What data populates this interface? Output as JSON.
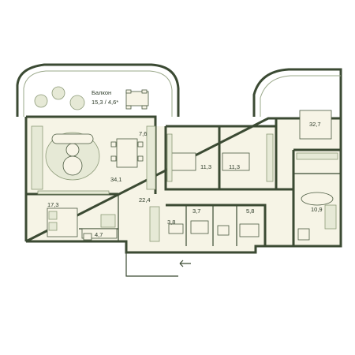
{
  "balcony": {
    "name": "Балкон",
    "area": "15,3 / 4,6*"
  },
  "rooms": {
    "living": "34,1",
    "loggia": "7,6",
    "hall": "22,4",
    "bedroom_left": "17,3",
    "bath_left": "4,7",
    "kids_1": "11,3",
    "kids_2": "11,3",
    "master": "32,7",
    "master_bath": "10,9",
    "wc_small": "3,8",
    "laundry": "3,7",
    "bath_mid": "5,8"
  },
  "entrance_arrow": "entrance-arrow-icon",
  "colors": {
    "wall": "#3b4a33",
    "floor": "#f1efdc",
    "accent_green": "#8c9a78"
  }
}
